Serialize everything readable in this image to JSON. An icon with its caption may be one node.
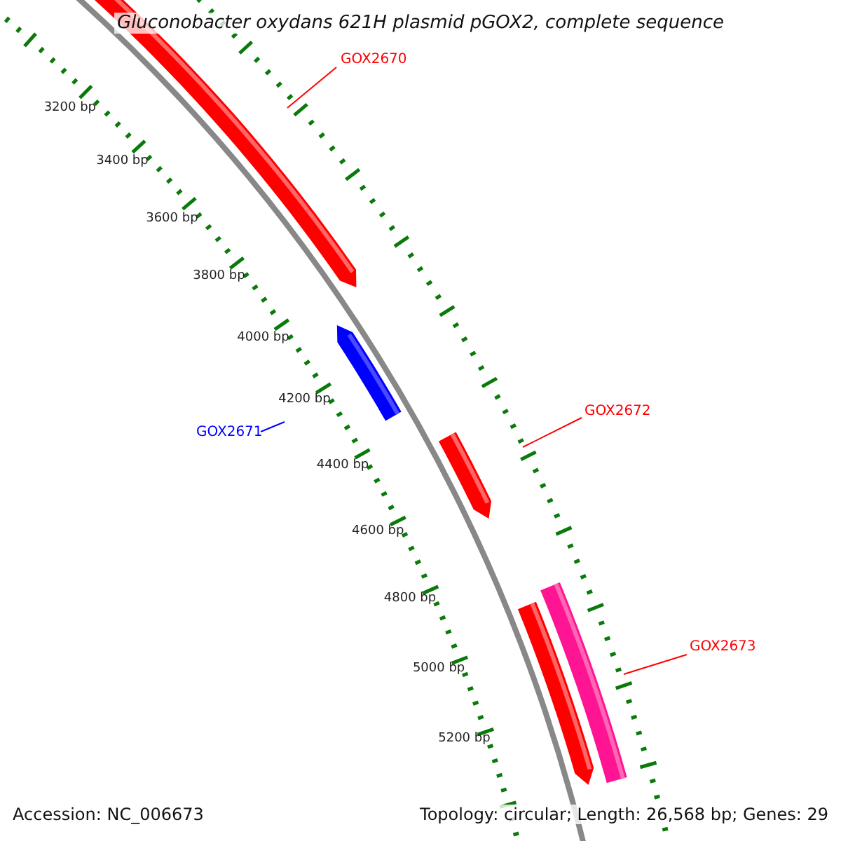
{
  "diagram": {
    "title": "Gluconobacter oxydans 621H plasmid pGOX2, complete sequence",
    "nodes": [
      {
        "text": [
          "GOX2670"
        ]
      },
      {
        "text": [
          "GOX2671"
        ]
      },
      {
        "text": [
          "GOX2672"
        ]
      },
      {
        "text": [
          "GOX2673"
        ]
      }
    ],
    "edges": [
      {
        "from": 0,
        "to": null,
        "arrow": "none"
      },
      {
        "from": 1,
        "to": null,
        "arrow": "none",
        "color": "#0000ff"
      },
      {
        "from": 2,
        "to": null,
        "arrow": "none"
      },
      {
        "from": 3,
        "to": null,
        "arrow": "none"
      }
    ],
    "labels": [
      "3200 bp",
      "3400 bp",
      "3600 bp",
      "3800 bp",
      "4000 bp",
      "4200 bp",
      "4400 bp",
      "4600 bp",
      "4800 bp",
      "5000 bp",
      "5200 bp",
      "Accession: NC_006673",
      "Topology: circular; Length: 26,568 bp; Genes: 29"
    ]
  }
}
